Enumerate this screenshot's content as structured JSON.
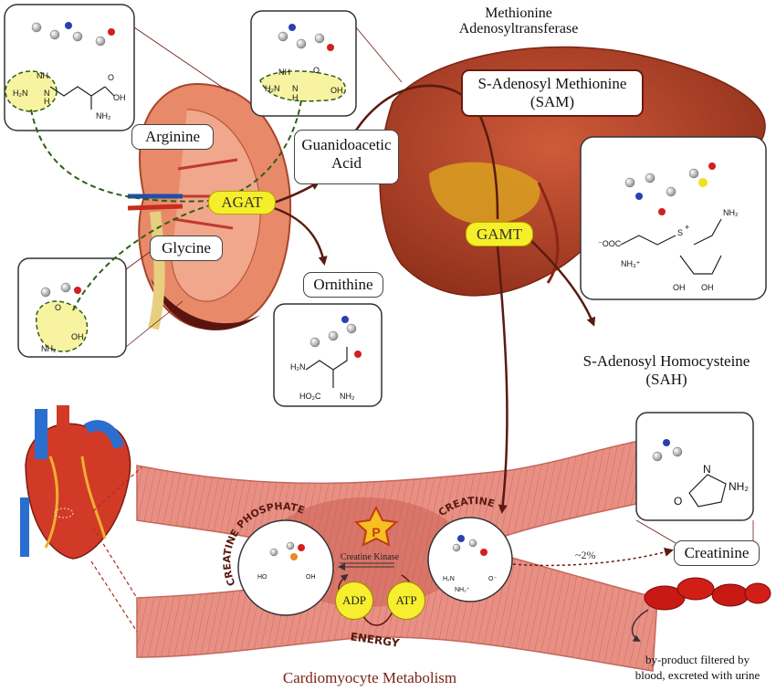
{
  "labels": {
    "enzyme_top": "Methionine\nAdenosyltransferase",
    "sam": "S-Adenosyl Methionine\n(SAM)",
    "arginine": "Arginine",
    "glycine": "Glycine",
    "agat": "AGAT",
    "guanidoacetic": "Guanidoacetic\nAcid",
    "ornithine": "Ornithine",
    "gamt": "GAMT",
    "sah": "S-Adenosyl Homocysteine\n(SAH)",
    "creatine_phosphate": "CREATINE PHOSPHATE",
    "creatine": "CREATINE",
    "creatine_kinase": "Creatine Kinase",
    "adp": "ADP",
    "atp": "ATP",
    "energy": "ENERGY",
    "phosphate": "P",
    "percent": "~2%",
    "creatinine": "Creatinine",
    "byproduct": "by-product filtered by\nblood, excreted with urine",
    "footer": "Cardiomyocyte Metabolism"
  },
  "chem": {
    "arg_nh": "NH",
    "arg_h2n": "H₂N",
    "arg_n": "N",
    "arg_h": "H",
    "arg_oh": "OH",
    "arg_nh2": "NH₂",
    "arg_o": "O",
    "gaa_o": "O",
    "gaa_nh": "NH",
    "gaa_h2n": "H₂N",
    "gaa_n": "N",
    "gaa_h": "H",
    "gaa_oh": "OH",
    "gly_o": "O",
    "gly_oh": "OH",
    "gly_nh2": "NH₂",
    "orn_h2n": "H₂N",
    "orn_ho2c": "HO₂C",
    "orn_nh2": "NH₂",
    "sam_coo": "⁻OOC",
    "sam_nh3": "NH₃⁺",
    "sam_s": "S",
    "sam_plus": "+",
    "sam_nh2": "NH₂",
    "sam_oh1": "OH",
    "sam_oh2": "OH",
    "crn_o": "O",
    "crn_nh2": "NH₂",
    "crn_n": "N",
    "cr_h2n": "H₂N",
    "cr_nh2": "NH₂⁺",
    "cr_o": "O⁻",
    "cp_ho": "HO",
    "cp_oh": "OH"
  },
  "colors": {
    "box_border": "#6b1a12",
    "arrow": "#5a1a10",
    "dashed_path": "#2e5e18",
    "enzyme_pill": "#f5ef2a",
    "liver": "#b8442a",
    "kidney": "#e88a6a",
    "muscle": "#e88d80",
    "footer_text": "#7a2316"
  },
  "icons": {
    "heart": "heart-illustration",
    "liver": "liver-illustration",
    "kidney": "kidney-illustration",
    "rbc": "red-blood-cells",
    "star": "phosphate-star-icon"
  }
}
